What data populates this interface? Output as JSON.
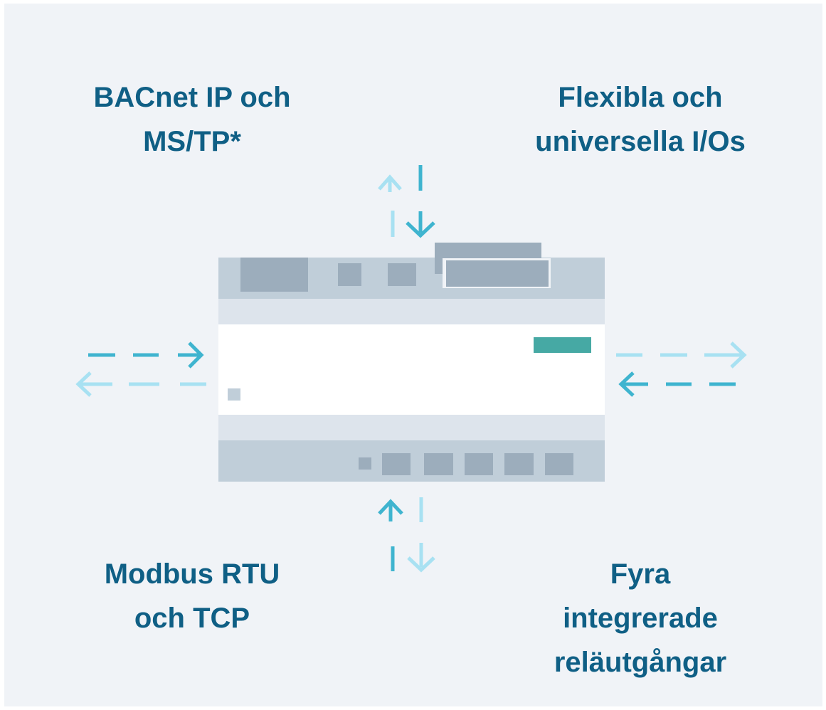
{
  "diagram": {
    "features": {
      "bacnet": {
        "lines": [
          "BACnet IP och",
          "MS/TP*"
        ]
      },
      "io": {
        "lines": [
          "Flexibla och",
          "universella I/Os"
        ]
      },
      "modbus": {
        "lines": [
          "Modbus RTU",
          "och TCP"
        ]
      },
      "relay": {
        "lines": [
          "Fyra",
          "integrerade",
          "reläutgångar"
        ]
      }
    },
    "colors": {
      "background": "#f0f3f7",
      "label_text": "#0f5f85",
      "arrow_dark": "#3fb4cf",
      "arrow_light": "#a8e1f2",
      "device_rail": "#c0ced9",
      "device_band": "#dde4ec",
      "device_face": "#ffffff",
      "device_port": "#9cadbc",
      "status_led": "#46a9a4"
    }
  }
}
